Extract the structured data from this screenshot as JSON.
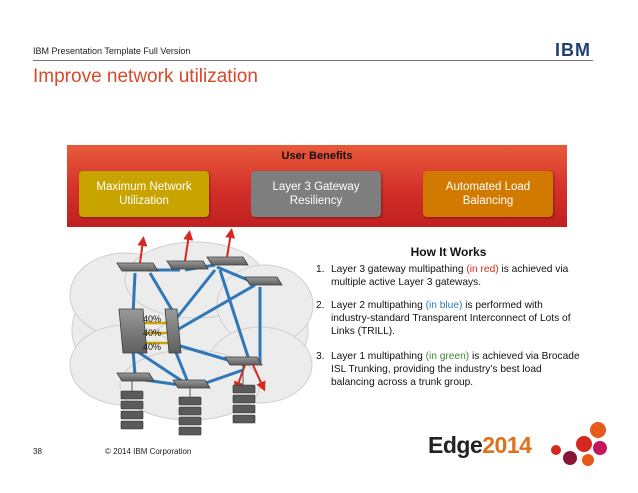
{
  "header": {
    "template_label": "IBM Presentation Template Full Version",
    "logo_text": "IBM"
  },
  "title": "Improve network utilization",
  "benefits": {
    "title": "User Benefits",
    "items": [
      "Maximum Network Utilization",
      "Layer 3 Gateway Resiliency",
      "Automated Load Balancing"
    ],
    "colors": [
      "#c9a400",
      "#7e7e7e",
      "#d27a00"
    ]
  },
  "diagram": {
    "trunk_labels": [
      "40%",
      "40%",
      "40%"
    ],
    "colors": {
      "layer3": "#d6281e",
      "layer2": "#2e78b8",
      "layer1": "#c9a400"
    }
  },
  "how_it_works": {
    "title": "How It Works",
    "steps": [
      {
        "num": "1.",
        "pre": "Layer 3 gateway multipathing ",
        "hl": "(in red)",
        "post": " is achieved via multiple active Layer 3 gateways."
      },
      {
        "num": "2.",
        "pre": "Layer 2 multipathing ",
        "hl": "(in blue)",
        "post": " is performed with industry-standard Transparent Interconnect of Lots of Links (TRILL)."
      },
      {
        "num": "3.",
        "pre": "Layer 1 multipathing ",
        "hl": "(in green)",
        "post": " is achieved via Brocade ISL Trunking, providing the industry’s best load balancing across a trunk group."
      }
    ]
  },
  "footer": {
    "slide_number": "38",
    "copyright": "© 2014 IBM Corporation",
    "event_name": "Edge",
    "event_year": "2014"
  }
}
